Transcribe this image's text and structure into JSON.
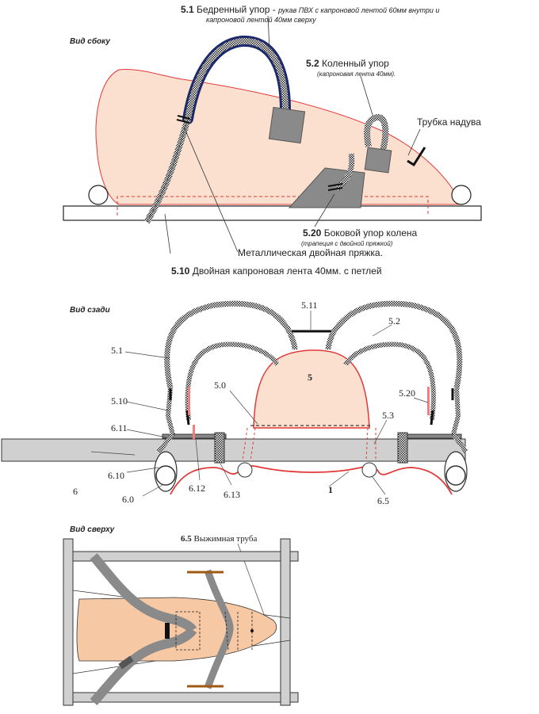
{
  "colors": {
    "body_fill": "#fbdfcf",
    "body_outline": "#e23a3a",
    "pipe_fill": "#d0d0d0",
    "board_fill": "#d9d9d9",
    "strap_navy": "#1c2a6b",
    "block_gray": "#8a8a8a",
    "pink_marker": "#f08080",
    "top_body_fill": "#f6c8a4"
  },
  "side_view": {
    "title": "Вид сбоку",
    "l51_num": "5.1",
    "l51_text": " Бедренный упор - ",
    "l51_desc1": "рукав ПВХ с капроновой лентой 60мм внутри и",
    "l51_desc2": "капроновой лентой 40мм сверху",
    "l52_num": "5.2",
    "l52_text": " Коленный упор",
    "l52_desc": "(капроновая лента 40мм).",
    "inflate_tube": "Трубка надува",
    "l520_num": "5.20",
    "l520_text": " Боковой упор колена",
    "l520_desc": "(трапеция с двойной пряжкой)",
    "buckle": "Металлическая двойная пряжка.",
    "l510_num": "5.10",
    "l510_text": " Двойная капроновая лента 40мм. с петлей"
  },
  "rear_view": {
    "title": "Вид сзади",
    "labels": {
      "l5_11": "5.11",
      "l5_2": "5.2",
      "l5_1": "5.1",
      "l5": "5",
      "l5_0": "5.0",
      "l5_10": "5.10",
      "l5_20": "5.20",
      "l6_11": "6.11",
      "l5_3": "5.3",
      "l6": "6",
      "l6_10": "6.10",
      "l6_12": "6.12",
      "l6_0": "6.0",
      "l6_13": "6.13",
      "l1": "1",
      "l6_5": "6.5"
    }
  },
  "top_view": {
    "title": "Вид сверху",
    "pipe_num": "6.5",
    "pipe_text": " Выжимная труба"
  }
}
